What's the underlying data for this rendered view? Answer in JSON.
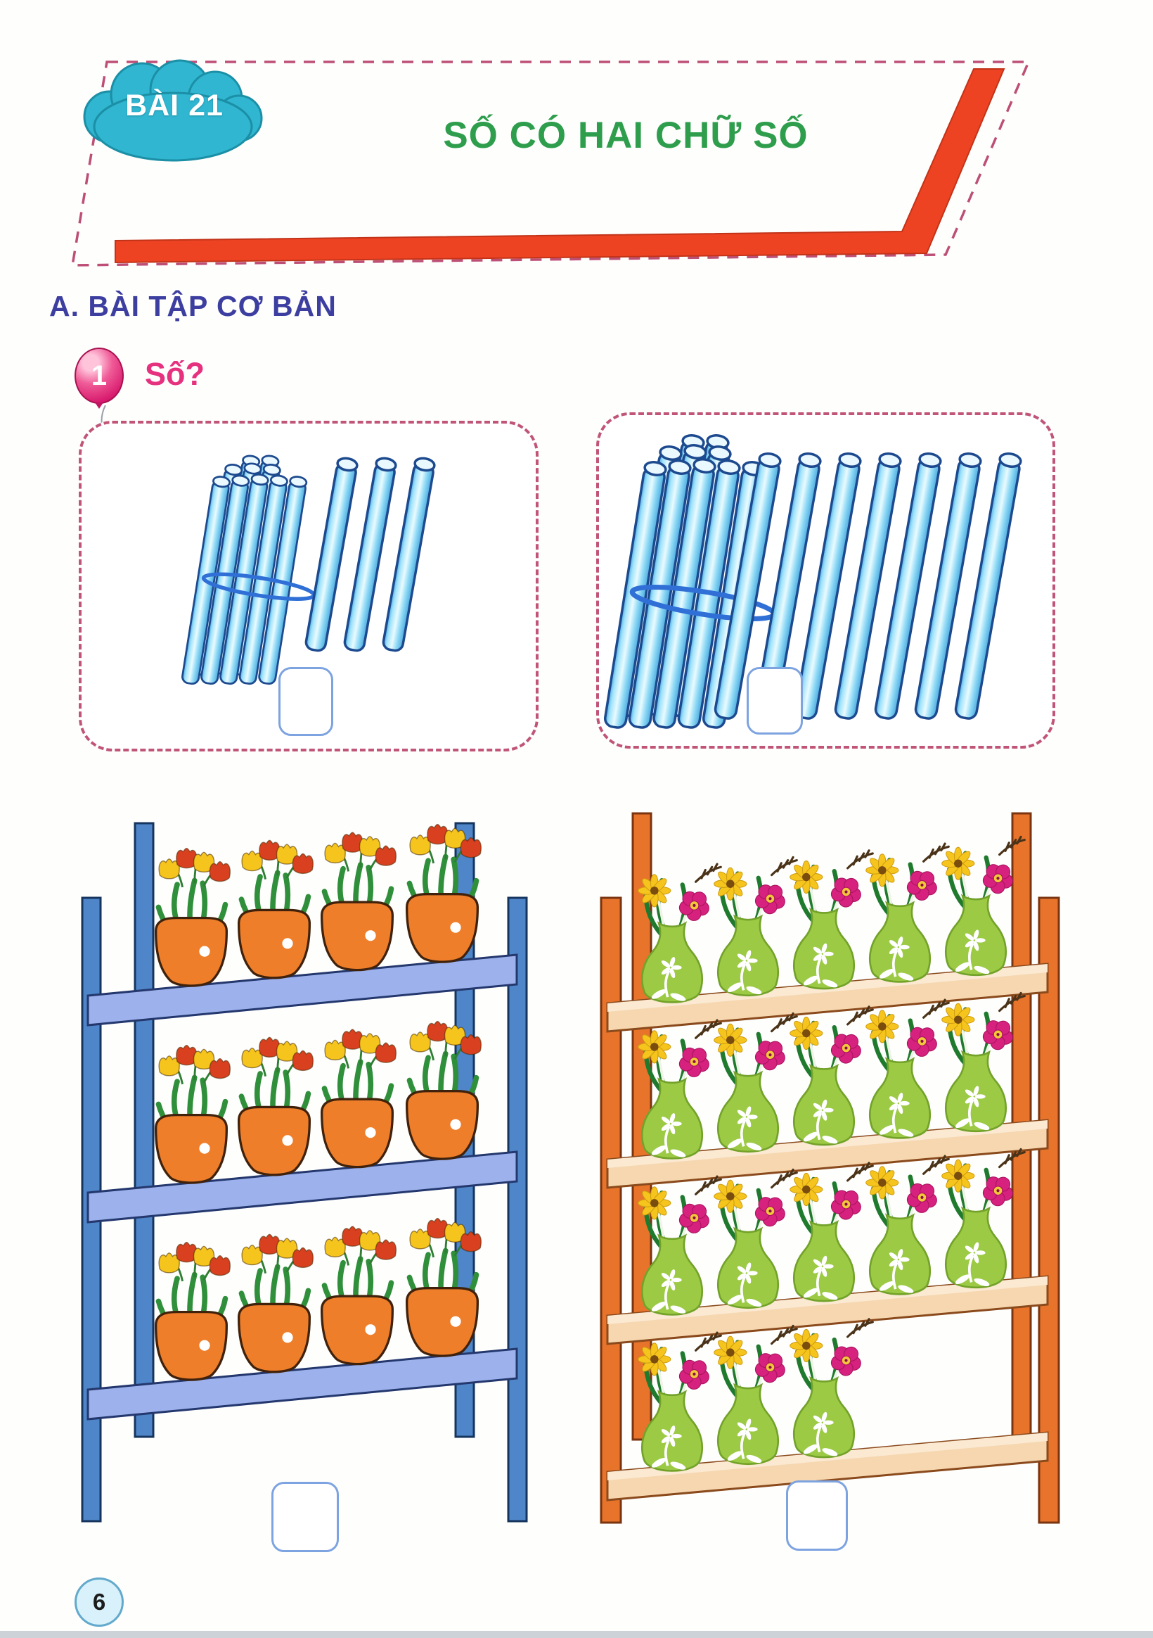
{
  "banner": {
    "lesson": "BÀI 21",
    "title": "SỐ CÓ HAI CHỮ SỐ"
  },
  "section": {
    "heading": "A. BÀI TẬP CƠ BẢN"
  },
  "exercise": {
    "number": "1",
    "label": "Số?"
  },
  "footer": {
    "page_number": "6"
  },
  "colors": {
    "banner_dash": "#bd4f76",
    "banner_swoosh": "#ee4323",
    "cloud": "#30b6d1",
    "cloud_outline": "#1b8fa6",
    "title_green": "#2e9e4d",
    "heading_blue": "#3d3fa0",
    "exercise_pink": "#e6317e",
    "stick_outline": "#1d4a8f",
    "stick_light": "#eaf8ff",
    "stick_blue": "#8fd9f7",
    "band_blue": "#2f6fd6",
    "answer_border": "#7da3e0",
    "left_shelf_board": "#9db1ec",
    "left_shelf_board_edge": "#24386e",
    "left_shelf_post": "#4f86c9",
    "left_shelf_post_edge": "#16355e",
    "pot_orange": "#ee7e2a",
    "pot_edge": "#40220c",
    "right_shelf_board": "#f6d7b0",
    "right_shelf_board_top": "#fbe9d2",
    "right_shelf_board_edge": "#8a4a1c",
    "right_shelf_post": "#e8742c",
    "right_shelf_post_edge": "#7a3410",
    "vase_green": "#9cca45",
    "vase_edge": "#73a22a",
    "flower_yellow": "#f6c51d",
    "flower_magenta": "#d6217e",
    "tulip_red": "#d9401f",
    "leaf_green": "#2f8f3a",
    "leaf_dark": "#1f7a2e",
    "twig_brown": "#4a3318",
    "page_circle_bg": "#d8f1fa"
  },
  "problems": {
    "sticks_boxes": [
      {
        "name": "left",
        "bundles_of_ten": 1,
        "single_sticks": 3,
        "sticks_total": 13,
        "answer_value": ""
      },
      {
        "name": "right",
        "bundles_of_ten": 1,
        "single_sticks": 7,
        "sticks_total": 17,
        "answer_value": ""
      }
    ],
    "shelves": [
      {
        "name": "left",
        "item": "flower-pot",
        "rows": [
          4,
          4,
          4
        ],
        "items_total": 12,
        "answer_value": ""
      },
      {
        "name": "right",
        "item": "flower-vase",
        "rows": [
          5,
          5,
          5,
          3
        ],
        "items_total": 18,
        "answer_value": ""
      }
    ]
  }
}
